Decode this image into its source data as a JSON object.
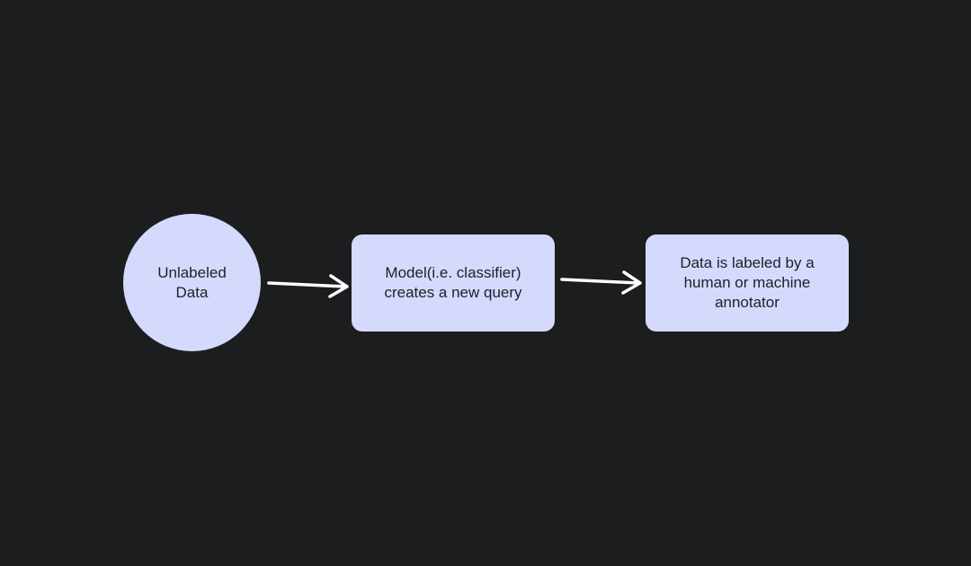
{
  "diagram": {
    "nodes": [
      {
        "label": "Unlabeled\nData"
      },
      {
        "label": "Model(i.e. classifier)\ncreates a new query"
      },
      {
        "label": "Data is labeled by a\nhuman or machine\nannotator"
      }
    ]
  },
  "colors": {
    "background": "#1c1d1f",
    "node_fill": "#d5dafc",
    "node_text": "#1d1f2b",
    "arrow": "#ffffff"
  }
}
